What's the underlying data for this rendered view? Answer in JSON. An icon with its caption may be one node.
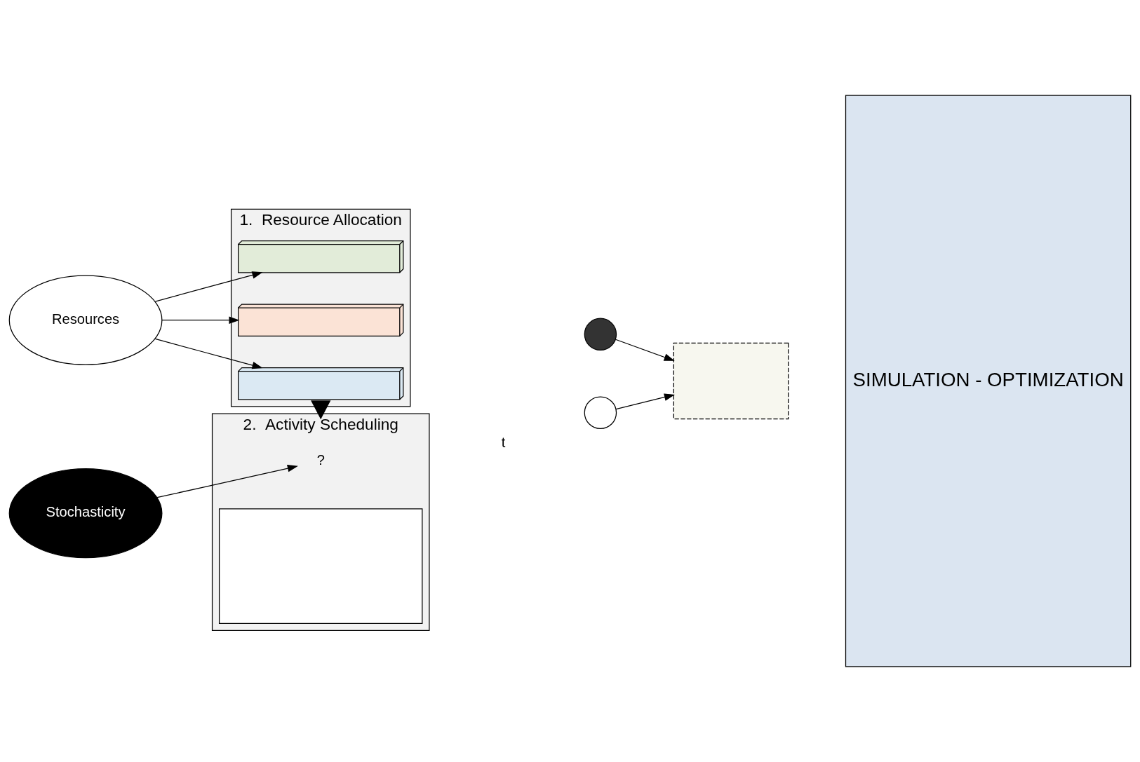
{
  "diagram": {
    "nodes": [
      {
        "text": [
          "Resources"
        ]
      },
      {
        "text": [
          "Stochasticity"
        ]
      },
      {
        "text": [
          "1.  Resource Allocation"
        ]
      },
      {
        "text": [],
        "shape": "bar",
        "in": 2
      },
      {
        "text": [],
        "shape": "bar",
        "in": 2
      },
      {
        "text": [],
        "shape": "bar",
        "in": 2
      },
      {
        "text": [
          "2.  Activity Scheduling"
        ]
      },
      {
        "text": [
          "?"
        ],
        "in": 6
      },
      {
        "text": [],
        "shape": "box",
        "in": 6
      },
      {
        "text": [],
        "shape": "circle"
      },
      {
        "text": [],
        "shape": "circle"
      },
      {
        "text": [],
        "shape": "box"
      },
      {
        "text": [
          "SIMULATION - OPTIMIZATION"
        ]
      }
    ],
    "edges": [
      {
        "from": 0,
        "to": 3,
        "arrow": "to"
      },
      {
        "from": 0,
        "to": 4,
        "arrow": "to"
      },
      {
        "from": 0,
        "to": 5,
        "arrow": "to"
      },
      {
        "from": 2,
        "to": 6,
        "arrow": "to",
        "style": "thick",
        "color": "#000000"
      },
      {
        "from": 1,
        "to": 7,
        "arrow": "to"
      },
      {
        "from": 9,
        "to": 11,
        "arrow": "to"
      },
      {
        "from": 10,
        "to": 11,
        "arrow": "to"
      }
    ],
    "labels": [
      "t"
    ]
  }
}
